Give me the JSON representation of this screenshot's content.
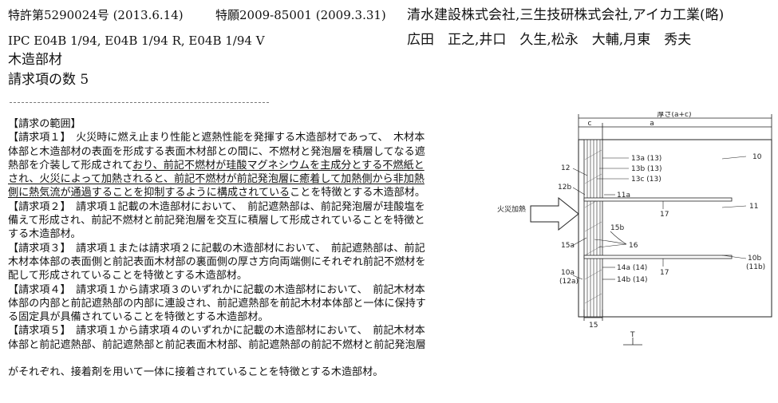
{
  "header": {
    "patent_no": "特許第5290024号 (2013.6.14)",
    "application_no": "特願2009-85001 (2009.3.31)",
    "ipc": "IPC E04B 1/94, E04B 1/94 R, E04B 1/94 V",
    "title": "木造部材",
    "claim_count": "請求項の数 5",
    "applicants": "清水建設株式会社,三生技研株式会社,アイカ工業(略)",
    "inventors": "広田　正之,井口　久生,松永　大輔,月東　秀夫"
  },
  "claims": {
    "heading": "【請求の範囲】",
    "c1": {
      "l1": "【請求項１】　火災時に燃え止まり性能と遮熱性能を発揮する木造部材であって、　木材本",
      "l2": "体部と木造部材の表面を形成する表面木材部との間に、不燃材と発泡層を積層してなる遮",
      "l3a": "熱部を介装して形成されて",
      "l3b": "おり、前記不燃材が珪酸マグネシウムを主成分とする不燃紙と",
      "l4": "され、火災によって加熱されると、前記不燃材が前記発泡層に癒着して加熱側から非加熱",
      "l5a": "側に熱気流が通過することを抑制するように構成されている",
      "l5b": "ことを特徴とする木造部材。"
    },
    "c2": {
      "l1": "【請求項２】　請求項１記載の木造部材において、　前記遮熱部は、前記発泡層が珪酸塩を",
      "l2": "備えて形成され、前記不燃材と前記発泡層を交互に積層して形成されていることを特徴と",
      "l3": "する木造部材。"
    },
    "c3": {
      "l1": "【請求項３】　請求項１または請求項２に記載の木造部材において、　前記遮熱部は、前記",
      "l2": "木材本体部の表面側と前記表面木材部の裏面側の厚さ方向両端側にそれぞれ前記不燃材を",
      "l3": "配して形成されていることを特徴とする木造部材。"
    },
    "c4": {
      "l1": "【請求項４】　請求項１から請求項３のいずれかに記載の木造部材において、　前記木材本",
      "l2": "体部の内部と前記遮熱部の内部に連設され、前記遮熱部を前記木材本体部と一体に保持す",
      "l3": "る固定具が具備されていることを特徴とする木造部材。"
    },
    "c5": {
      "l1": "【請求項５】　請求項１から請求項４のいずれかに記載の木造部材において、　前記木材本",
      "l2": "体部と前記遮熱部、前記遮熱部と前記表面木材部、前記遮熱部の前記不燃材と前記発泡層",
      "l3": "がそれぞれ、接着剤を用いて一体に接着されていることを特徴とする木造部材。"
    }
  },
  "figure": {
    "thickness_label": "厚さ(a+c)",
    "dim_c": "c",
    "dim_a": "a",
    "fire_label": "火災加熱",
    "label_10": "10",
    "label_12": "12",
    "label_12b": "12b",
    "label_13a": "13a (13)",
    "label_13b": "13b (13)",
    "label_13c": "13c (13)",
    "label_11a": "11a",
    "label_17_top": "17",
    "label_11": "11",
    "label_15b": "15b",
    "label_15a": "15a",
    "label_16": "16",
    "label_14a": "14a (14)",
    "label_14b": "14b (14)",
    "label_17_bottom": "17",
    "label_10a": "10a",
    "label_12a": "(12a)",
    "label_10b": "10b",
    "label_11b": "(11b)",
    "label_15": "15",
    "label_T": "T"
  }
}
